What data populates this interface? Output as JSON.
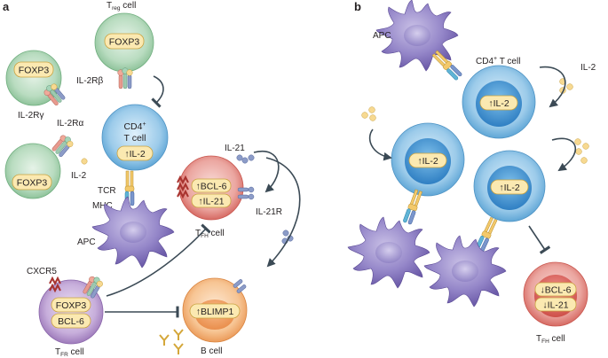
{
  "panels": {
    "a": "a",
    "b": "b"
  },
  "panel_a": {
    "treg_label": "T",
    "treg_sub": "reg",
    "treg_suffix": " cell",
    "foxp3": "FOXP3",
    "il2rb": "IL-2Rβ",
    "il2rg": "IL-2Rγ",
    "il2ra": "IL-2Rα",
    "il2": "IL-2",
    "cd4_line1": "CD4",
    "cd4_sup": "+",
    "cd4_line2": "T cell",
    "up_il2": "↑IL-2",
    "tcr": "TCR",
    "mhc": "MHC",
    "apc": "APC",
    "il21": "IL-21",
    "up_bcl6": "↑BCL-6",
    "up_il21": "↑IL-21",
    "il21r": "IL-21R",
    "tfh_label": "T",
    "tfh_sub": "FH",
    "tfh_suffix": " cell",
    "cxcr5": "CXCR5",
    "bcl6": "BCL-6",
    "tfr_label": "T",
    "tfr_sub": "FR",
    "tfr_suffix": " cell",
    "up_blimp1": "↑BLIMP1",
    "bcell": "B cell"
  },
  "panel_b": {
    "apc": "APC",
    "cd4_label": "CD4",
    "cd4_sup": "+",
    "cd4_suffix": " T cell",
    "il2": "IL-2",
    "up_il2": "↑IL-2",
    "down_bcl6": "↓BCL-6",
    "down_il21": "↓IL-21",
    "tfh_label": "T",
    "tfh_sub": "FH",
    "tfh_suffix": " cell"
  },
  "colors": {
    "treg_green": "#b9dcc0",
    "cd4_blue": "#8cc2e6",
    "tfh_red": "#e9a39c",
    "tfr_purple": "#c3a9d6",
    "bcell_orange": "#f6c08f",
    "apc_purple": "#8c7fc0",
    "label_yellow": "#fbe9b1",
    "ligand_yellow": "#f7d991",
    "receptor_blue": "#8c9cc8",
    "arrow": "#3b4a55"
  }
}
